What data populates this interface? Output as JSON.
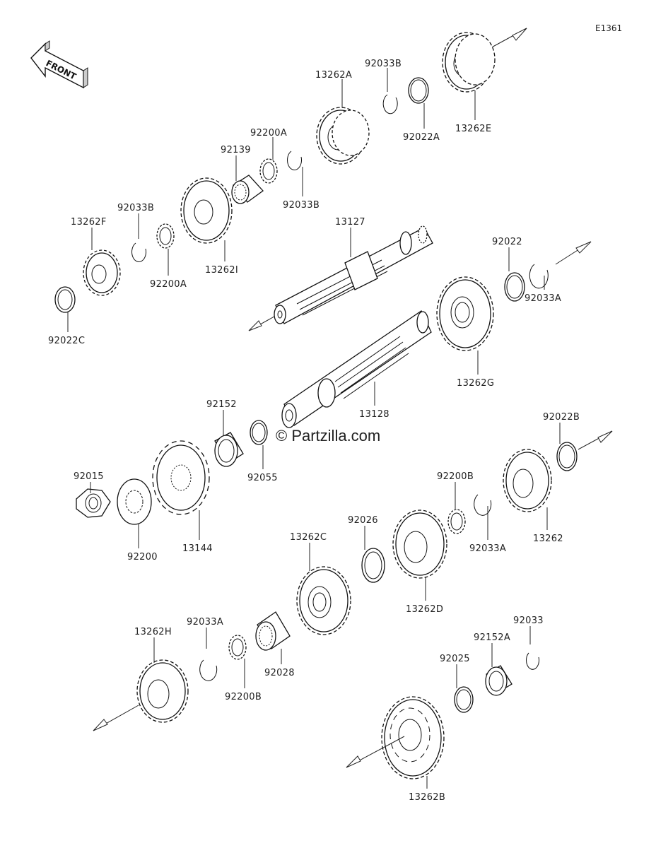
{
  "diagram_code": "E1361",
  "front_label": "FRONT",
  "watermark": "© Partzilla.com",
  "parts": {
    "p13262A": "13262A",
    "p92033B_top": "92033B",
    "p13262E": "13262E",
    "p92022A": "92022A",
    "p92200A_top": "92200A",
    "p92139": "92139",
    "p92033B_mid": "92033B",
    "p13262F": "13262F",
    "p92033B_left": "92033B",
    "p13262I": "13262I",
    "p92200A_left": "92200A",
    "p92022C": "92022C",
    "p13127": "13127",
    "p92022": "92022",
    "p92033A_right": "92033A",
    "p13262G": "13262G",
    "p13128": "13128",
    "p92152": "92152",
    "p92055": "92055",
    "p92022B": "92022B",
    "p92015": "92015",
    "p92200": "92200",
    "p13144": "13144",
    "p92200B_right": "92200B",
    "p92033A_mid": "92033A",
    "p13262": "13262",
    "p92026": "92026",
    "p13262C": "13262C",
    "p13262D": "13262D",
    "p13262H": "13262H",
    "p92033A_low": "92033A",
    "p92200B_low": "92200B",
    "p92028": "92028",
    "p92033": "92033",
    "p92152A": "92152A",
    "p92025": "92025",
    "p13262B": "13262B"
  }
}
